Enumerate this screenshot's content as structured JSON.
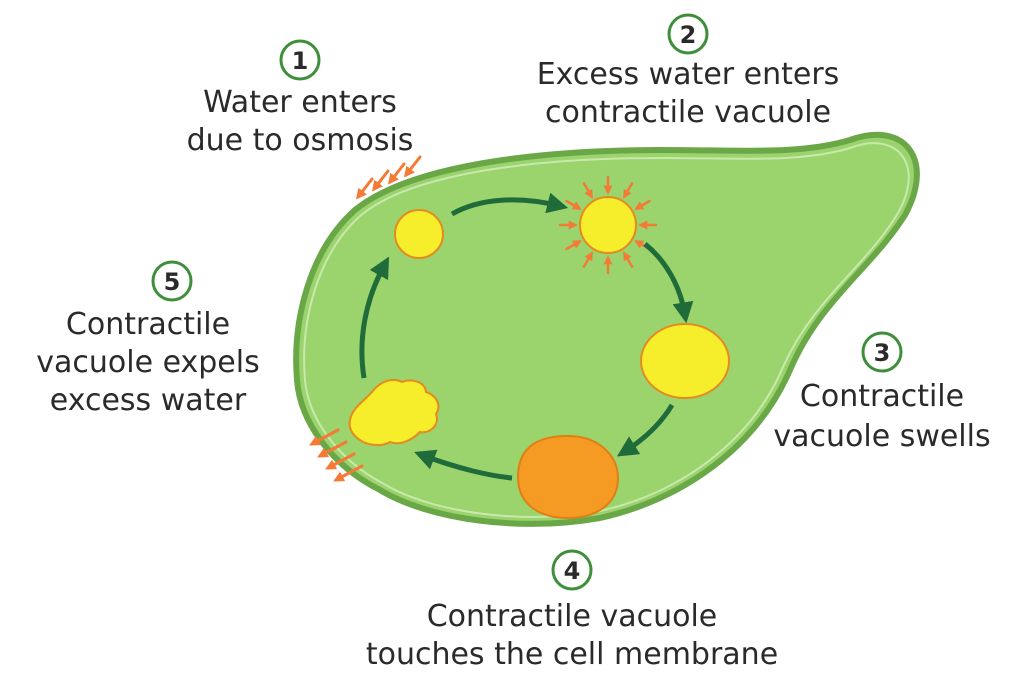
{
  "colors": {
    "cell_fill": "#9bd36d",
    "cell_outline": "#6aa847",
    "vacuole_yellow": "#f6ee2a",
    "vacuole_orange": "#f59a23",
    "vacuole_outline": "#e58a1f",
    "cycle_arrow": "#1f6b3a",
    "water_arrow": "#f47a36",
    "number_circle": "#3f8f3a",
    "text": "#2a2a2a"
  },
  "steps": [
    {
      "number": "1",
      "lines": [
        "Water enters",
        "due to osmosis"
      ]
    },
    {
      "number": "2",
      "lines": [
        "Excess water enters",
        "contractile vacuole"
      ]
    },
    {
      "number": "3",
      "lines": [
        "Contractile",
        "vacuole swells"
      ]
    },
    {
      "number": "4",
      "lines": [
        "Contractile vacuole",
        "touches the cell membrane"
      ]
    },
    {
      "number": "5",
      "lines": [
        "Contractile",
        "vacuole expels",
        "excess water"
      ]
    }
  ]
}
